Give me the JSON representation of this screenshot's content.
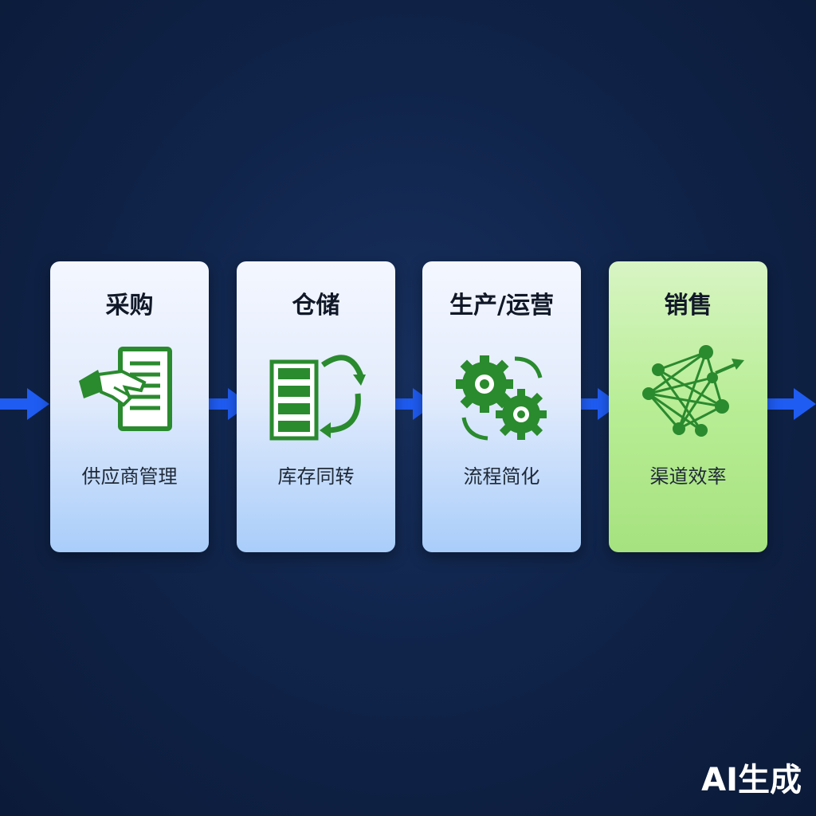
{
  "stages": [
    {
      "title": "采购",
      "subtitle": "供应商管理",
      "icon": "handshake-document-icon"
    },
    {
      "title": "仓储",
      "subtitle": "库存同转",
      "icon": "warehouse-cycle-icon"
    },
    {
      "title": "生产/运营",
      "subtitle": "流程简化",
      "icon": "gears-icon"
    },
    {
      "title": "销售",
      "subtitle": "渠道效率",
      "icon": "network-growth-icon"
    }
  ],
  "watermark": "AI生成",
  "colors": {
    "arrow": "#1f5cf2",
    "icon_green": "#2a8a2e",
    "highlight_card": "#b8ed95",
    "background": "#10244a"
  }
}
